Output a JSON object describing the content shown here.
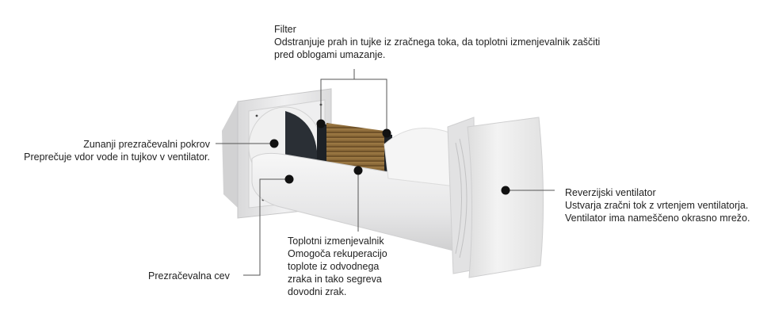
{
  "diagram": {
    "subject": "Decentralized ventilation unit with heat recovery (cutaway)",
    "callouts": [
      {
        "id": "filter",
        "title": "Filter",
        "description": [
          "Odstranjuje prah in tujke iz zračnega toka, da toplotni izmenjevalnik zaščiti",
          "pred oblogami umazanje."
        ]
      },
      {
        "id": "outer-hood",
        "title": "Zunanji prezračevalni pokrov",
        "description": [
          "Preprečuje vdor vode in tujkov v ventilator."
        ]
      },
      {
        "id": "reversible-fan",
        "title": "Reverzijski ventilator",
        "description": [
          "Ustvarja zračni tok z vrtenjem ventilatorja.",
          "Ventilator ima nameščeno okrasno mrežo."
        ]
      },
      {
        "id": "heat-exchanger",
        "title": "Toplotni izmenjevalnik",
        "description": [
          "Omogoča rekuperacijo",
          "toplote iz odvodnega",
          "zraka in tako segreva",
          "dovodni zrak."
        ]
      },
      {
        "id": "duct",
        "title": "Prezračevalna cev",
        "description": []
      }
    ],
    "colors": {
      "text": "#222222",
      "leader_line": "#555555",
      "marker": "#111111",
      "housing": "#e9e9ea",
      "heat_exchanger": "#8a6a3a",
      "dark_interior": "#22272c"
    }
  }
}
